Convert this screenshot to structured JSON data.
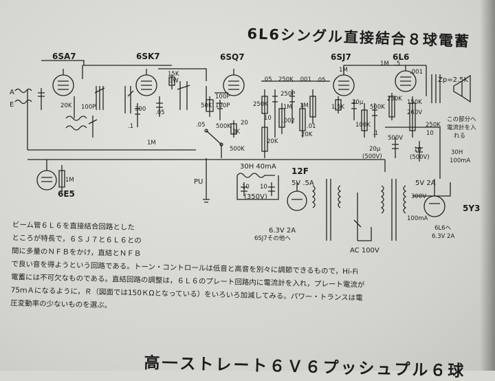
{
  "title": "6L6シングル直接結合８球電蓄",
  "tubes": {
    "t1": "6SA7",
    "t2": "6SK7",
    "t3": "6SQ7",
    "t4": "6SJ7",
    "t5": "6L6",
    "t6": "6E5",
    "t7": "12F",
    "t8": "5Y3"
  },
  "component_labels": {
    "ant_a": "A",
    "ant_e": "E",
    "r20k_1": "20K",
    "c100p_1": "100P",
    "c_1": ".1",
    "r300": "300",
    "c05_1": ".05",
    "r15k": "15K",
    "w3": "3W",
    "c100p_2": "100P",
    "c100p_3": "100P",
    "r50k": "50K",
    "r500k_1": "500K",
    "c05_2": ".05",
    "r3k": "3K",
    "r500k_2": "500K",
    "c20": "20",
    "c05_3": ".05",
    "r250k_1": "250K",
    "c001": ".001",
    "c05_4": ".05",
    "c250p": "250P",
    "r1m_a": "1M",
    "r1m_b": "1M",
    "c002": ".002",
    "c01": ".01",
    "r20k_2": "20K",
    "r250k_2": "250K",
    "c10": "10",
    "r20k_3": "20K",
    "r1m_c": "1M",
    "c20u": "20μ",
    "r1_5k": "1.5K",
    "r100k": "100K",
    "r500k_3": "500K",
    "c_2": ".1",
    "r1m_d": "1M",
    "c5": ".5",
    "c001_2": ".001",
    "r250k_3": "250K",
    "zp": "Zp=2.5K",
    "r150k": "150K",
    "v260": "260V",
    "r250k_4": "250K",
    "v500": "500V",
    "c10_b": "10",
    "note1": "この部分へ",
    "note2": "電流計を入",
    "note3": "れる",
    "c20u_500v": "20μ",
    "v500_b": "(500V)",
    "c10_500v": "10",
    "v500_c": "(500V)",
    "h30": "30H",
    "ma100": "100mA",
    "r1m_e": "1M",
    "r1m_f": "1M",
    "pu": "PU",
    "choke": "30H 40mA",
    "c10_d": "10",
    "c10_e": "10",
    "v350": "(350V)",
    "v5_5a": "5V .5A",
    "v5_2a": "5V 2A",
    "v300": "300V",
    "ma100_b": "100mA",
    "h63_1": "6.3V 2A",
    "h63_2": "6SJ7その他へ",
    "ac100": "AC 100V",
    "l6_1": "6L6へ",
    "l6_2": "6.3V 2A"
  },
  "description": [
    "ビーム管６Ｌ６を直接結合回路とした",
    "ところが特長で，６ＳＪ７と６Ｌ６との",
    "間に多量のＮＦＢをかけ，直結とＮＦＢ",
    "で良い音を得ようという回路である。トーン・コントロールは低音と高音を別々に調節できるもので，Hi-Fi",
    "電蓄には不可欠なものである。直結回路の調整は，６Ｌ６のプレート回路内に電流計を入れ，プレート電流が",
    "75ｍＡになるように，Ｒ（図面では150ＫΩとなっている）をいろいろ加減してみる。パワー・トランスは電",
    "圧変動率の少ないものを選ぶ。"
  ],
  "footer_title": "高一ストレート６Ｖ６プッシュプル６球"
}
